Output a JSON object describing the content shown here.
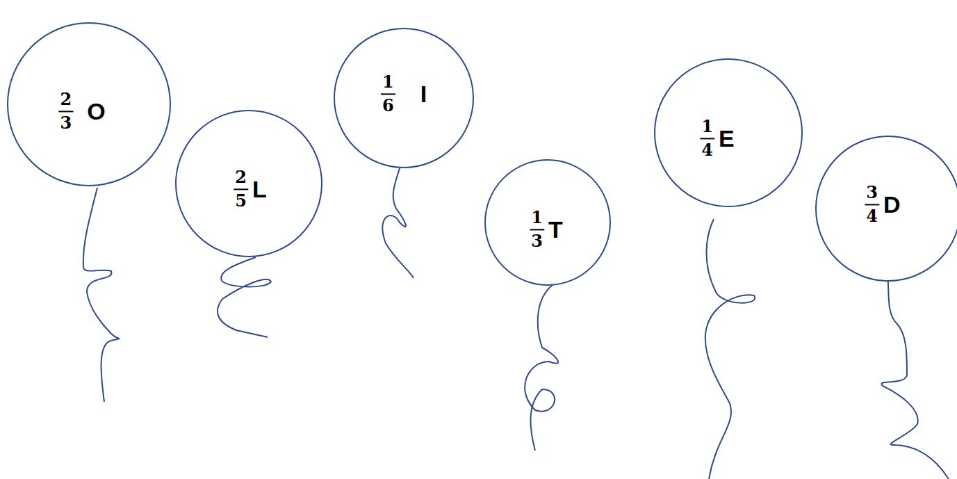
{
  "diagram": {
    "nodes": [
      {
        "text": [
          "2",
          "3",
          "O"
        ]
      },
      {
        "text": [
          "2",
          "5",
          "L"
        ]
      },
      {
        "text": [
          "1",
          "6",
          "I"
        ]
      },
      {
        "text": [
          "1",
          "3",
          "T"
        ]
      },
      {
        "text": [
          "1",
          "4",
          "E"
        ]
      },
      {
        "text": [
          "3",
          "4",
          "D"
        ]
      }
    ]
  }
}
